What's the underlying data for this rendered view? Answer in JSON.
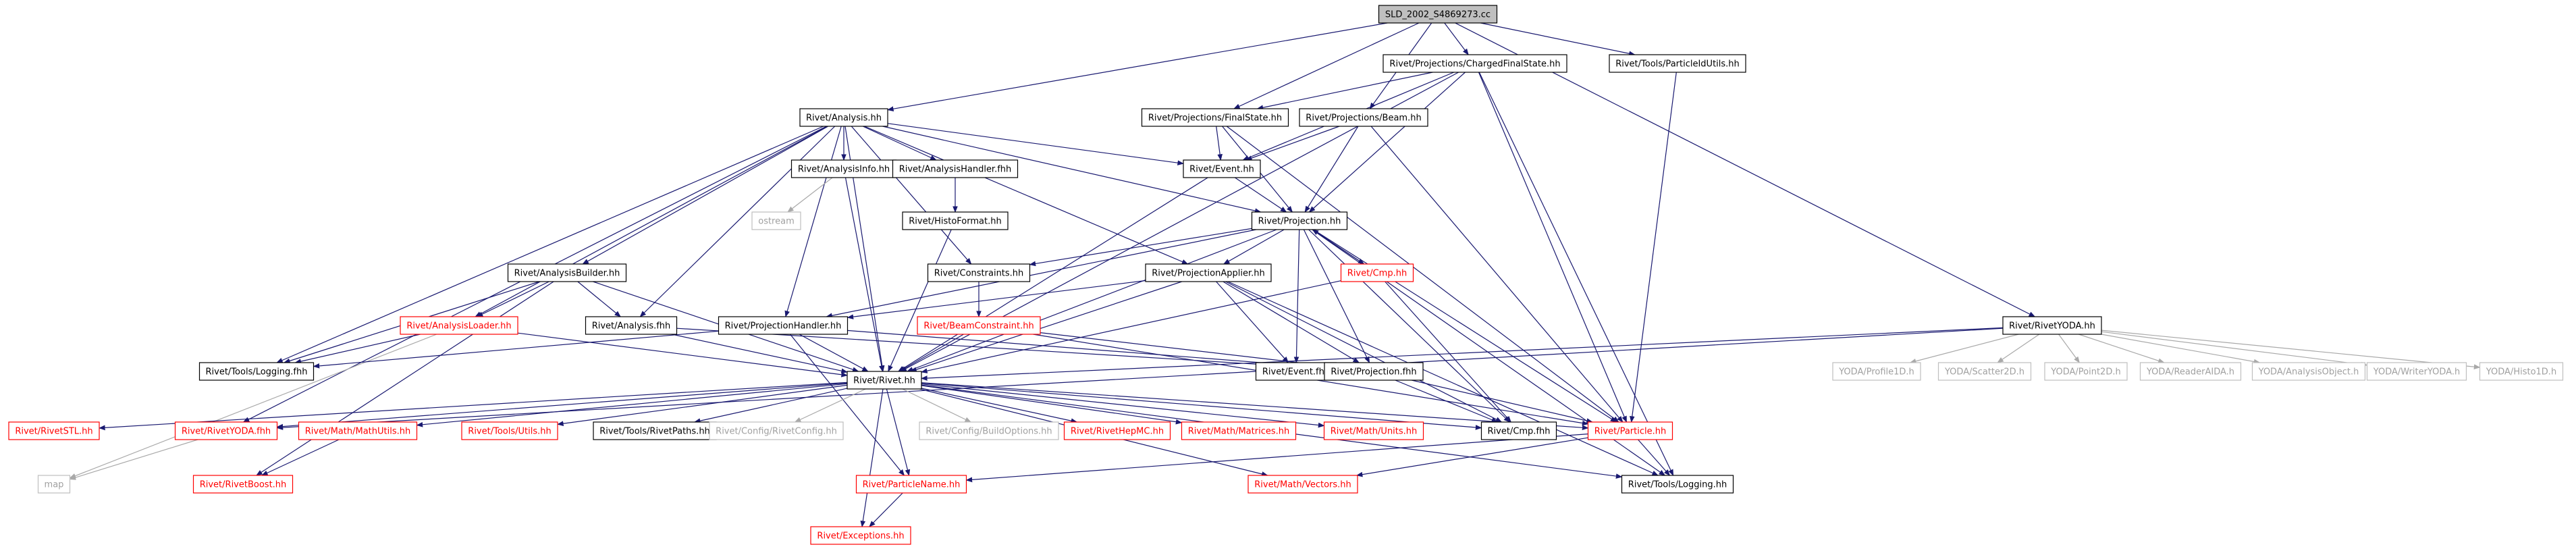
{
  "colors": {
    "background": "#ffffff",
    "root_fill": "#bfbfbf",
    "node_border": "#000000",
    "missing_border": "#bfbfbf",
    "missing_text": "#a0a0a0",
    "partial_border": "#ff0000",
    "partial_text": "#ff0000",
    "edge_main": "#191970",
    "edge_light": "#a9a9a9"
  },
  "nodes": {
    "root": {
      "label": "SLD_2002_S4869273.cc",
      "kind": "root"
    },
    "cfs": {
      "label": "Rivet/Projections/ChargedFinalState.hh",
      "kind": "normal"
    },
    "pid": {
      "label": "Rivet/Tools/ParticleIdUtils.hh",
      "kind": "normal"
    },
    "analysis": {
      "label": "Rivet/Analysis.hh",
      "kind": "normal"
    },
    "fs": {
      "label": "Rivet/Projections/FinalState.hh",
      "kind": "normal"
    },
    "beam": {
      "label": "Rivet/Projections/Beam.hh",
      "kind": "normal"
    },
    "ainfo": {
      "label": "Rivet/AnalysisInfo.hh",
      "kind": "normal"
    },
    "ahandler": {
      "label": "Rivet/AnalysisHandler.fhh",
      "kind": "normal"
    },
    "event": {
      "label": "Rivet/Event.hh",
      "kind": "normal"
    },
    "ostream": {
      "label": "ostream",
      "kind": "missing"
    },
    "histofmt": {
      "label": "Rivet/HistoFormat.hh",
      "kind": "normal"
    },
    "projection": {
      "label": "Rivet/Projection.hh",
      "kind": "normal"
    },
    "abuilder": {
      "label": "Rivet/AnalysisBuilder.hh",
      "kind": "normal"
    },
    "constraints": {
      "label": "Rivet/Constraints.hh",
      "kind": "normal"
    },
    "papplier": {
      "label": "Rivet/ProjectionApplier.hh",
      "kind": "normal"
    },
    "cmp": {
      "label": "Rivet/Cmp.hh",
      "kind": "partial"
    },
    "ryoda": {
      "label": "Rivet/RivetYODA.hh",
      "kind": "normal"
    },
    "aloader": {
      "label": "Rivet/AnalysisLoader.hh",
      "kind": "partial"
    },
    "afhh": {
      "label": "Rivet/Analysis.fhh",
      "kind": "normal"
    },
    "phandler": {
      "label": "Rivet/ProjectionHandler.hh",
      "kind": "normal"
    },
    "beamc": {
      "label": "Rivet/BeamConstraint.hh",
      "kind": "partial"
    },
    "eventfhh": {
      "label": "Rivet/Event.fhh",
      "kind": "normal"
    },
    "profile1d": {
      "label": "YODA/Profile1D.h",
      "kind": "missing"
    },
    "scatter2d": {
      "label": "YODA/Scatter2D.h",
      "kind": "missing"
    },
    "point2d": {
      "label": "YODA/Point2D.h",
      "kind": "missing"
    },
    "reader": {
      "label": "YODA/ReaderAIDA.h",
      "kind": "missing"
    },
    "aobject": {
      "label": "YODA/AnalysisObject.h",
      "kind": "missing"
    },
    "writer": {
      "label": "YODA/WriterYODA.h",
      "kind": "missing"
    },
    "histo1d": {
      "label": "YODA/Histo1D.h",
      "kind": "missing"
    },
    "logfhh": {
      "label": "Rivet/Tools/Logging.fhh",
      "kind": "normal"
    },
    "rivet": {
      "label": "Rivet/Rivet.hh",
      "kind": "normal"
    },
    "projfhh": {
      "label": "Rivet/Projection.fhh",
      "kind": "normal"
    },
    "stl": {
      "label": "Rivet/RivetSTL.hh",
      "kind": "partial"
    },
    "ryodafhh": {
      "label": "Rivet/RivetYODA.fhh",
      "kind": "partial"
    },
    "mathutils": {
      "label": "Rivet/Math/MathUtils.hh",
      "kind": "partial"
    },
    "utils": {
      "label": "Rivet/Tools/Utils.hh",
      "kind": "partial"
    },
    "paths": {
      "label": "Rivet/Tools/RivetPaths.hh",
      "kind": "normal"
    },
    "rconfig": {
      "label": "Rivet/Config/RivetConfig.hh",
      "kind": "missing"
    },
    "bconfig": {
      "label": "Rivet/Config/BuildOptions.hh",
      "kind": "missing"
    },
    "hepmc": {
      "label": "Rivet/RivetHepMC.hh",
      "kind": "partial"
    },
    "matrices": {
      "label": "Rivet/Math/Matrices.hh",
      "kind": "partial"
    },
    "units": {
      "label": "Rivet/Math/Units.hh",
      "kind": "partial"
    },
    "cmpfhh": {
      "label": "Rivet/Cmp.fhh",
      "kind": "normal"
    },
    "particle": {
      "label": "Rivet/Particle.hh",
      "kind": "partial"
    },
    "map": {
      "label": "map",
      "kind": "missing"
    },
    "boost": {
      "label": "Rivet/RivetBoost.hh",
      "kind": "partial"
    },
    "pname": {
      "label": "Rivet/ParticleName.hh",
      "kind": "partial"
    },
    "vectors": {
      "label": "Rivet/Math/Vectors.hh",
      "kind": "partial"
    },
    "logging": {
      "label": "Rivet/Tools/Logging.hh",
      "kind": "normal"
    },
    "exceptions": {
      "label": "Rivet/Exceptions.hh",
      "kind": "partial"
    }
  }
}
